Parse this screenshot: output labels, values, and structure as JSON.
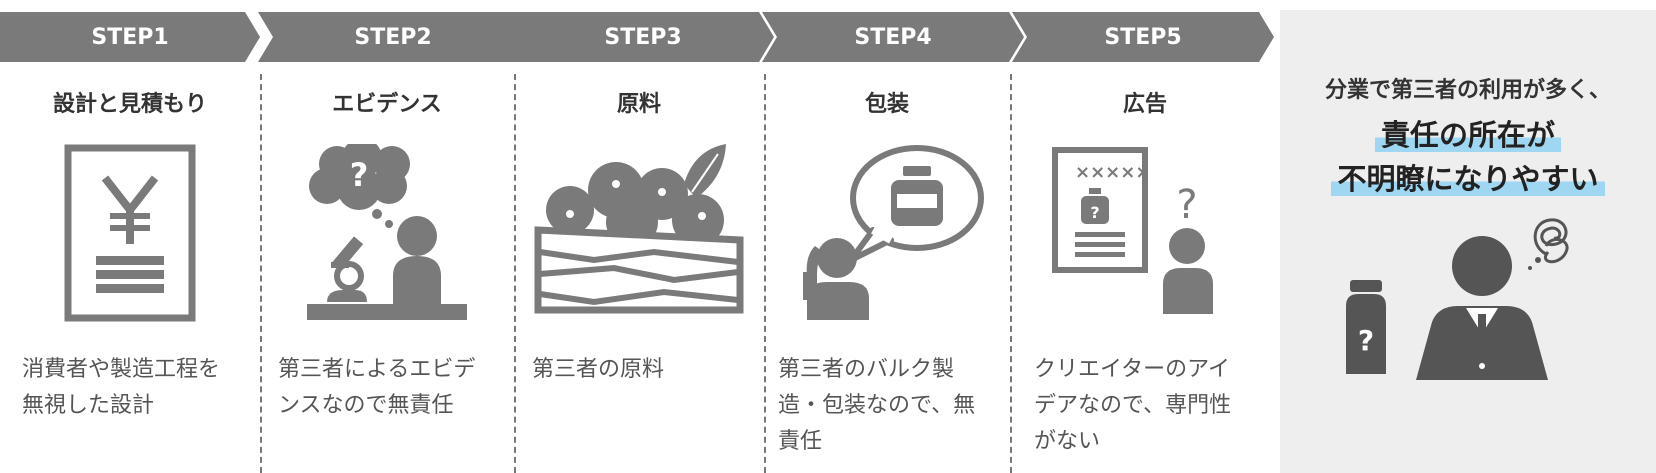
{
  "steps": [
    {
      "label": "STEP1",
      "title": "設計と見積もり",
      "desc": "消費者や製造工程を\n無視した設計",
      "icon": "yen-document-icon"
    },
    {
      "label": "STEP2",
      "title": "エビデンス",
      "desc": "第三者によるエビデ\nンスなので無責任",
      "icon": "scientist-microscope-icon"
    },
    {
      "label": "STEP3",
      "title": "原料",
      "desc": "第三者の原料",
      "icon": "fruit-crate-icon"
    },
    {
      "label": "STEP4",
      "title": "包装",
      "desc": "第三者のバルク製\n造・包装なので、無\n責任",
      "icon": "phone-call-bottle-icon"
    },
    {
      "label": "STEP5",
      "title": "広告",
      "desc": "クリエイターのアイ\nデアなので、専門性\nがない",
      "icon": "ad-document-person-icon"
    }
  ],
  "ad_mark": "×××××",
  "panel": {
    "line1": "分業で第三者の利用が多く、",
    "line2": "責任の所在が",
    "line3": "不明瞭になりやすい",
    "icon": "confused-businessman-bottle-icon"
  },
  "colors": {
    "grey": "#7a7a7a",
    "highlight": "#9fd7f3",
    "panel_bg": "#eeeeee"
  }
}
